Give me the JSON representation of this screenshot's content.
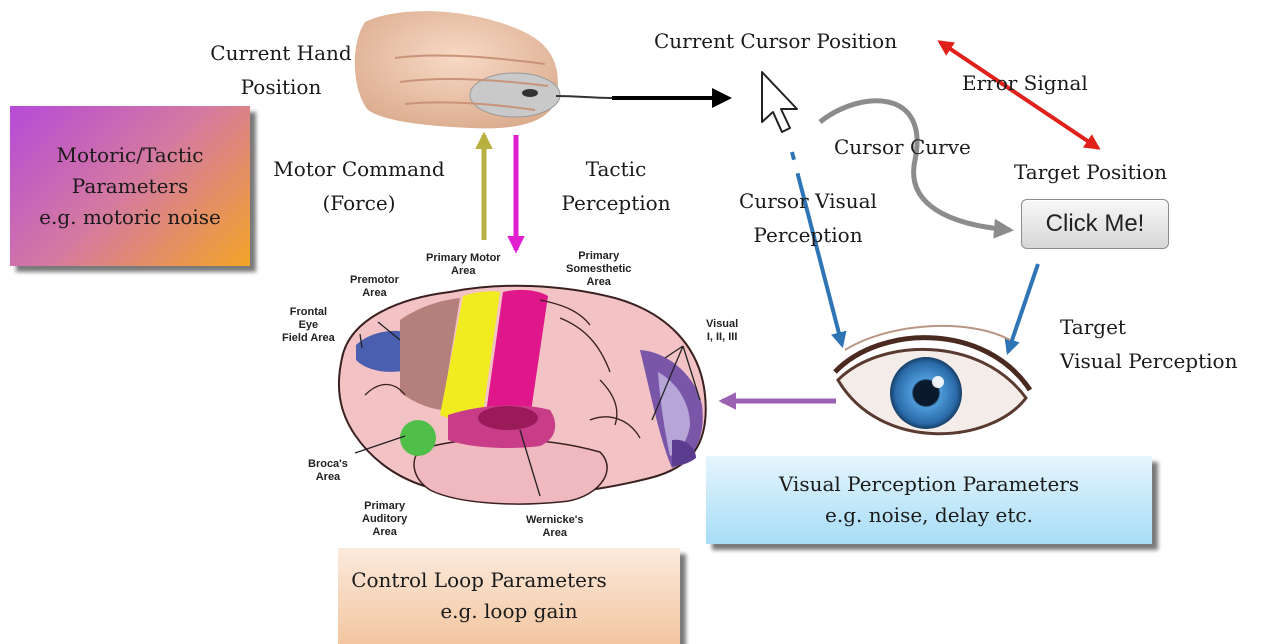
{
  "labels": {
    "current_hand_position": [
      "Current Hand",
      "Position"
    ],
    "current_cursor_position": "Current Cursor Position",
    "error_signal": "Error Signal",
    "target_position": "Target Position",
    "cursor_curve": "Cursor Curve",
    "motor_command": [
      "Motor Command",
      "(Force)"
    ],
    "tactic_perception": [
      "Tactic",
      "Perception"
    ],
    "cursor_visual_perception": [
      "Cursor Visual",
      "Perception"
    ],
    "target_visual_perception": [
      "Target",
      "Visual Perception"
    ]
  },
  "boxes": {
    "motoric": [
      "Motoric/Tactic",
      "Parameters",
      "e.g. motoric noise"
    ],
    "visual": [
      "Visual Perception Parameters",
      "e.g. noise, delay etc."
    ],
    "loop": [
      "Control Loop Parameters",
      "e.g. loop gain"
    ]
  },
  "button": {
    "label": "Click Me!"
  },
  "brain_labels": {
    "primary_motor": [
      "Primary Motor",
      "Area"
    ],
    "primary_somesthetic": [
      "Primary",
      "Somesthetic",
      "Area"
    ],
    "premotor": [
      "Premotor",
      "Area"
    ],
    "frontal_eye": [
      "Frontal",
      "Eye",
      "Field Area"
    ],
    "visual": [
      "Visual",
      "I, II, III"
    ],
    "brocas": [
      "Broca's",
      "Area"
    ],
    "primary_auditory": [
      "Primary",
      "Auditory",
      "Area"
    ],
    "wernickes": [
      "Wernicke's",
      "Area"
    ]
  },
  "colors": {
    "error_arrow": "#e0201a",
    "visual_arrow": "#2f74b5",
    "motor_arrow": "#b8b040",
    "tactic_arrow": "#e020d0",
    "feedback_arrow": "#9b62b4",
    "curve_arrow": "#8c8c8c"
  },
  "icons": [
    "hand-on-mouse-icon",
    "mouse-pointer-icon",
    "eye-icon",
    "brain-icon"
  ]
}
